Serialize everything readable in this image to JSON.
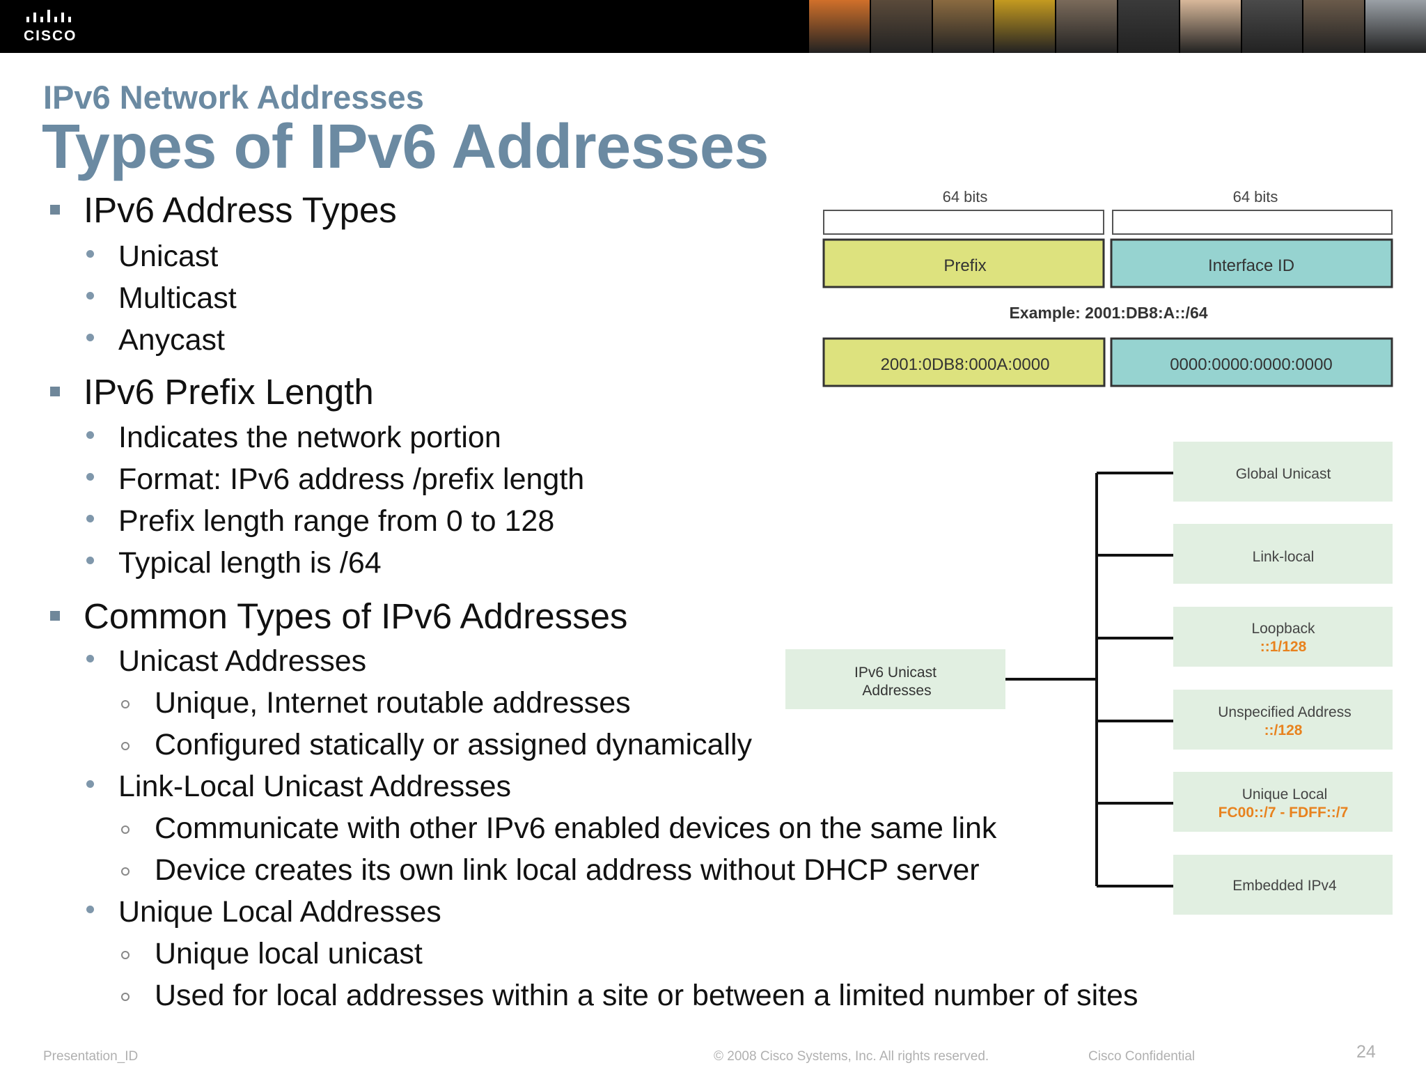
{
  "header": {
    "logo_text": "CISCO",
    "photo_tiles": [
      "#d0702a",
      "#5a4a3a",
      "#8a6a40",
      "#c49a20",
      "#7a6a5a",
      "#3a3a3a",
      "#d8b89a",
      "#4a4a4a",
      "#6a5a4a",
      "#9aa0a6"
    ]
  },
  "slide": {
    "subtitle": "IPv6 Network Addresses",
    "title": "Types of IPv6 Addresses",
    "bullets": {
      "b1": "IPv6 Address Types",
      "b1_items": [
        "Unicast",
        "Multicast",
        "Anycast"
      ],
      "b2": "IPv6 Prefix Length",
      "b2_items": [
        "Indicates the network portion",
        "Format: IPv6 address /prefix length",
        "Prefix length range from 0 to 128",
        "Typical length is /64"
      ],
      "b3": "Common Types of IPv6 Addresses",
      "b3_unicast": "Unicast Addresses",
      "b3_unicast_items": [
        "Unique, Internet routable addresses",
        "Configured statically or assigned dynamically"
      ],
      "b3_linklocal": "Link-Local Unicast Addresses",
      "b3_linklocal_items": [
        "Communicate with other IPv6 enabled devices on the same link",
        "Device creates its own link local address without DHCP server"
      ],
      "b3_ula": "Unique Local Addresses",
      "b3_ula_items": [
        "Unique local unicast",
        "Used for local addresses within a site or between a limited number of sites"
      ]
    }
  },
  "prefix_diagram": {
    "left_bits": "64 bits",
    "right_bits": "64 bits",
    "prefix_label": "Prefix",
    "interface_label": "Interface ID",
    "example": "Example: 2001:DB8:A::/64",
    "example_prefix": "2001:0DB8:000A:0000",
    "example_interface": "0000:0000:0000:0000",
    "prefix_color": "#dde27e",
    "interface_color": "#96d3d0"
  },
  "unicast_tree": {
    "root_line1": "IPv6 Unicast",
    "root_line2": "Addresses",
    "box_color": "#e1efe1",
    "accent_color": "#e8821e",
    "types": [
      {
        "name": "Global Unicast",
        "detail": ""
      },
      {
        "name": "Link-local",
        "detail": ""
      },
      {
        "name": "Loopback",
        "detail": "::1/128"
      },
      {
        "name": "Unspecified Address",
        "detail": "::/128"
      },
      {
        "name": "Unique Local",
        "detail": "FC00::/7 - FDFF::/7"
      },
      {
        "name": "Embedded IPv4",
        "detail": ""
      }
    ]
  },
  "footer": {
    "presentation_id": "Presentation_ID",
    "copyright": "© 2008 Cisco Systems, Inc. All rights reserved.",
    "confidential": "Cisco Confidential",
    "page_number": "24"
  }
}
